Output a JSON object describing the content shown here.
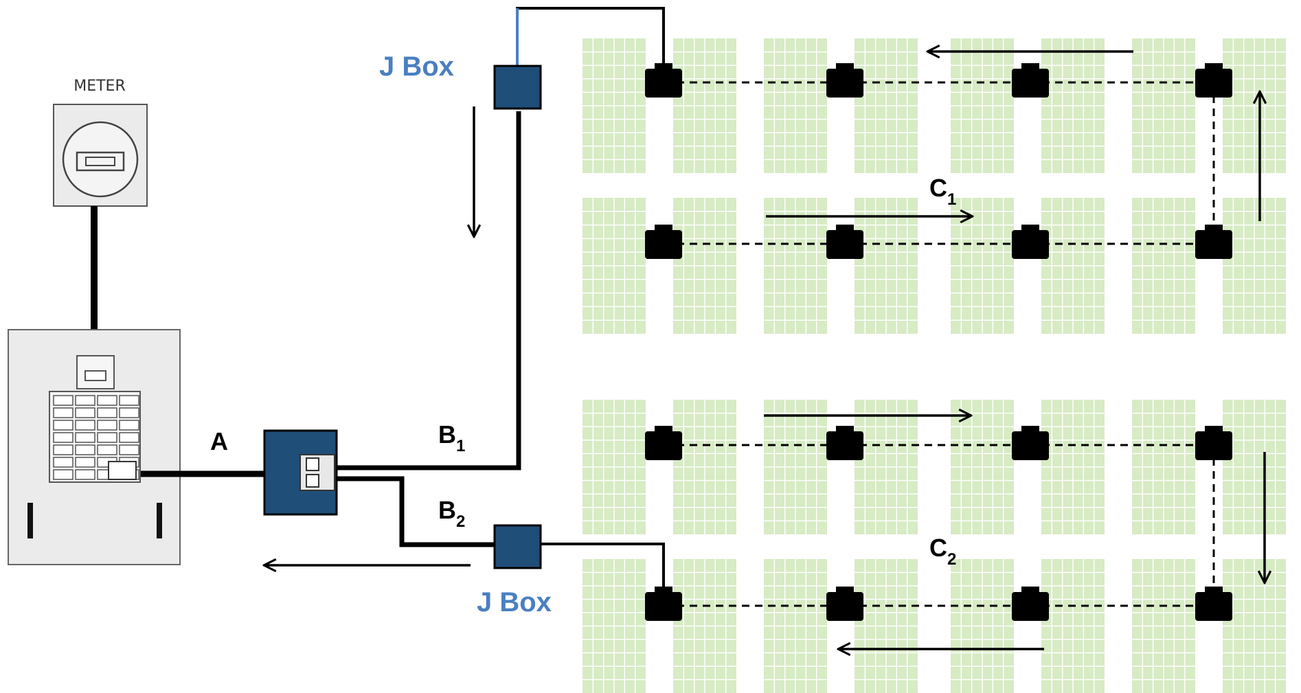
{
  "labels": {
    "meter": "METER",
    "jbox_top": "J Box",
    "jbox_bottom": "J Box",
    "a": "A",
    "b1": "B",
    "b1_sub": "1",
    "b2": "B",
    "b2_sub": "2",
    "c1": "C",
    "c1_sub": "1",
    "c2": "C",
    "c2_sub": "2"
  },
  "colors": {
    "panel_green": "#d7ebc4",
    "panel_grid": "#ffffff",
    "jbox_fill": "#1f4e79",
    "jbox_label": "#4a7fc1",
    "wire": "#000000",
    "optimizer": "#000000",
    "meter_fill": "#ebebeb",
    "meter_stroke": "#555555"
  }
}
